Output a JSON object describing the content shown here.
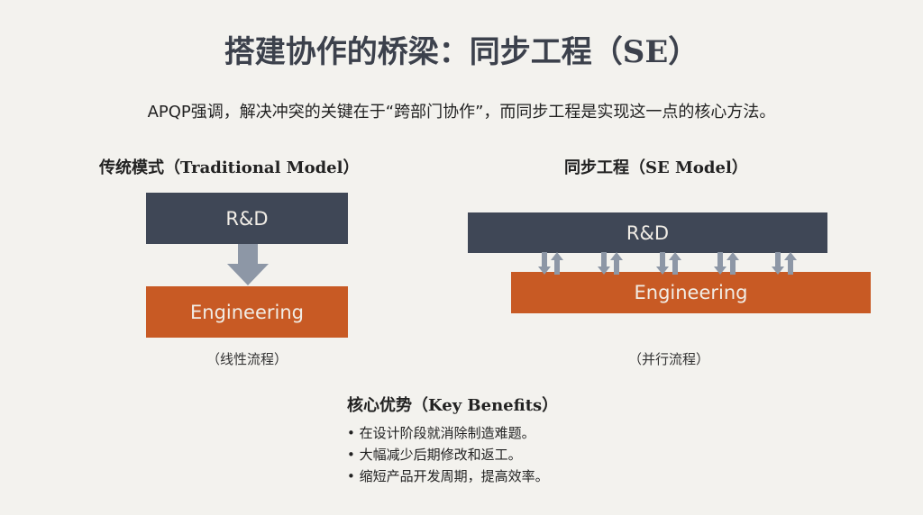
{
  "title": "搭建协作的桥梁：同步工程（SE）",
  "subtitle": "APQP强调，解决冲突的关键在于“跨部门协作”，而同步工程是实现这一点的核心方法。",
  "traditional": {
    "heading": "传统模式（Traditional Model）",
    "top_box": "R&D",
    "bottom_box": "Engineering",
    "caption": "（线性流程）"
  },
  "se": {
    "heading": "同步工程（SE Model）",
    "top_box": "R&D",
    "bottom_box": "Engineering",
    "caption": "（并行流程）"
  },
  "benefits": {
    "heading": "核心优势（Key Benefits）",
    "items": [
      "• 在设计阶段就消除制造难题。",
      "• 大幅减少后期修改和返工。",
      "• 缩短产品开发周期，提高效率。"
    ]
  },
  "colors": {
    "dark": "#3f4756",
    "orange": "#c85a24",
    "arrow": "#8d97a6"
  }
}
